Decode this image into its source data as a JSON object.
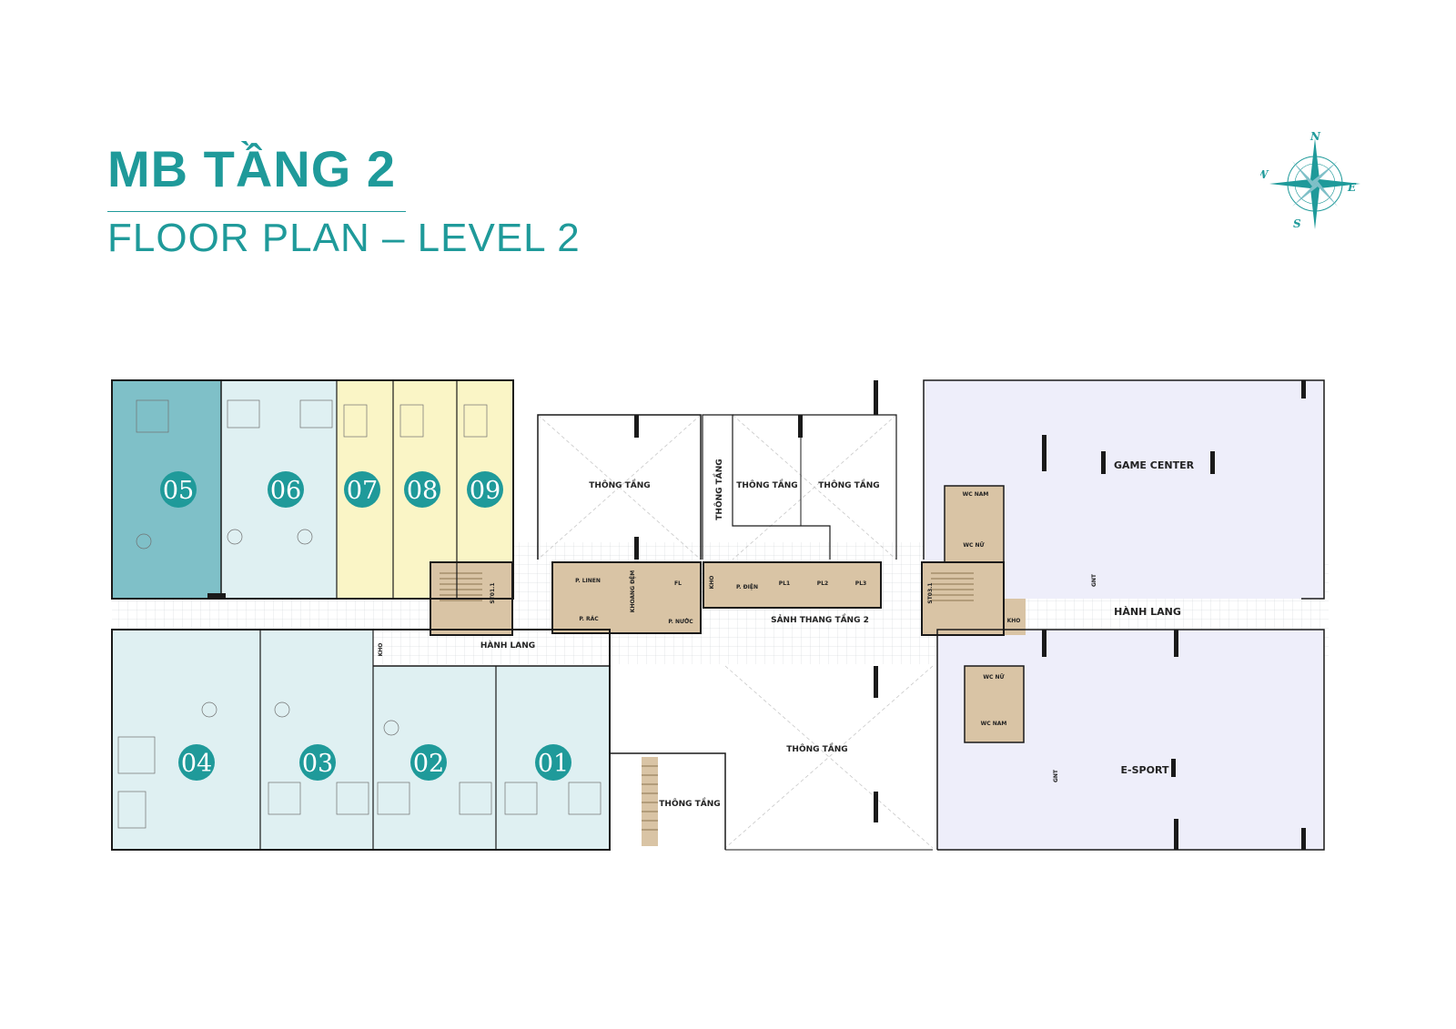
{
  "header": {
    "title": "MB TẦNG 2",
    "subtitle": "FLOOR PLAN – LEVEL 2"
  },
  "compass": {
    "n": "N",
    "s": "S",
    "e": "E",
    "w": "W"
  },
  "colors": {
    "accent": "#1f9a9a",
    "unit_dark_teal": "#7fc0c8",
    "unit_light_teal": "#dff0f2",
    "unit_yellow": "#faf5c6",
    "service_tan": "#d9c4a5",
    "amenity_lavender": "#eeeefa",
    "wall": "#1a1a1a"
  },
  "units": [
    "05",
    "06",
    "07",
    "08",
    "09",
    "04",
    "03",
    "02",
    "01"
  ],
  "labels": {
    "thong_tang": "THÔNG TẦNG",
    "game_center": "GAME CENTER",
    "e_sport": "E-SPORT",
    "hanh_lang": "HÀNH LANG",
    "hanh_lang_right": "HÀNH LANG",
    "sanh_thang": "SẢNH THANG TẦNG 2",
    "wc_nam": "WC NAM",
    "wc_nu": "WC NỮ",
    "kho": "KHO",
    "p_linen": "P. LINEN",
    "p_rac": "P. RÁC",
    "p_nuoc": "P. NƯỚC",
    "p_dien": "P. ĐIỆN",
    "khoang_dem": "KHOANG ĐỆM",
    "st01": "ST01.1",
    "st03": "ST03.1",
    "fl": "FL",
    "pl1": "PL1",
    "pl2": "PL2",
    "pl3": "PL3",
    "gnt": "GNT"
  }
}
